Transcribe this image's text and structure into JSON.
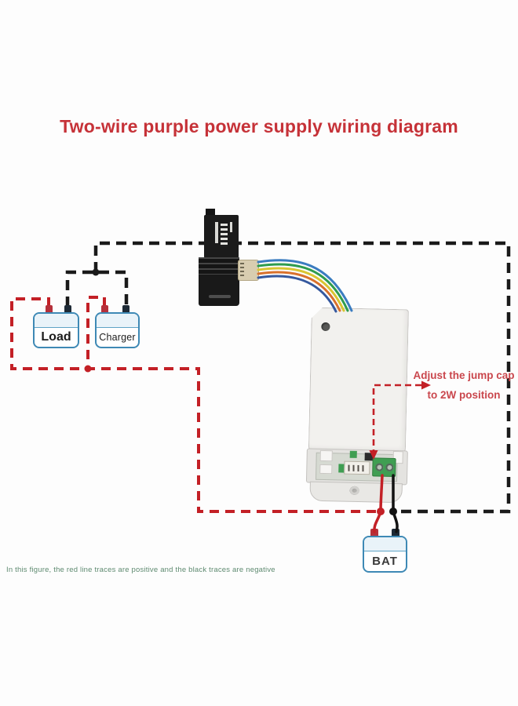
{
  "title": {
    "text": "Two-wire purple power supply wiring diagram"
  },
  "boxes": {
    "load": {
      "label": "Load"
    },
    "charger": {
      "label": "Charger"
    },
    "battery": {
      "label": "BAT"
    }
  },
  "callout": {
    "line1": "Adjust the jump cap",
    "line2": "to 2W position"
  },
  "footnote": {
    "text": "In this figure, the red line traces are positive and the black traces are negative"
  },
  "legend": {
    "positive_trace_color": "#c32026",
    "negative_trace_color": "#1a1a1a"
  },
  "colors": {
    "title": "#c63238",
    "callout_text": "#ca474d",
    "footnote_text": "#5e8a70",
    "box_border": "#3e89b5",
    "terminal_positive": "#b5303a",
    "terminal_negative": "#1e2a36",
    "ribbon_wires": [
      "#3a7cc0",
      "#2f9c4e",
      "#d9c531",
      "#d9712c",
      "#35589e"
    ]
  }
}
